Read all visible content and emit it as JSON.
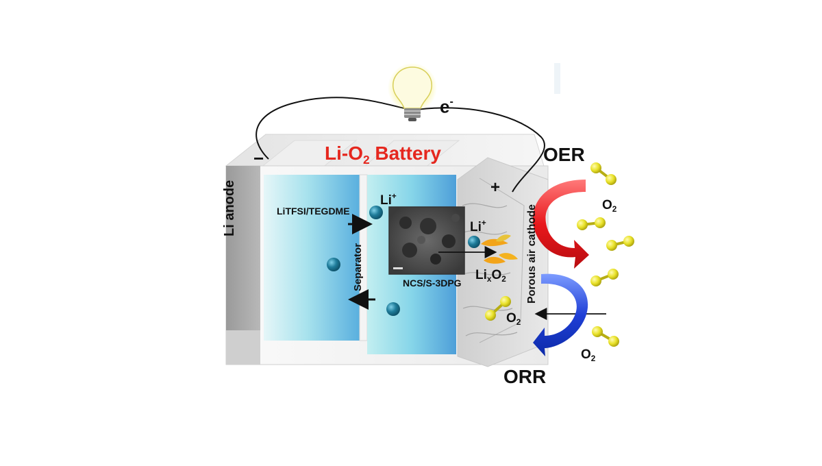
{
  "diagram": {
    "title": {
      "prefix": "Li-O",
      "sub": "2",
      "suffix": " Battery"
    },
    "electron_label": {
      "base": "e",
      "sup": "-"
    },
    "negative_terminal": "−",
    "positive_terminal": "+",
    "anode_label": "Li anode",
    "electrolyte_label": "LiTFSI/TEGDME",
    "separator_label": "Separator",
    "li_ion_label": {
      "base": "Li",
      "sup": "+"
    },
    "catalyst_label": "NCS/S-3DPG",
    "product_label": {
      "base": "Li",
      "sub": "x",
      "mid": "O",
      "sub2": "2"
    },
    "cathode_label": "Porous air cathode",
    "oer_label": "OER",
    "orr_label": "ORR",
    "oxygen_label": {
      "base": "O",
      "sub": "2"
    }
  },
  "colors": {
    "title": "#e5271e",
    "oer_arrow": "#e51c1c",
    "orr_arrow": "#1f3fd6",
    "electrolyte": "#5fc6e6",
    "ion": "#1f7c9a",
    "oxygen_molecule": "#e9e22a",
    "bulb_glow": "#f7f28a"
  },
  "icons": [
    "light-bulb-icon",
    "lithium-ion-sphere-icon",
    "oxygen-molecule-icon"
  ]
}
